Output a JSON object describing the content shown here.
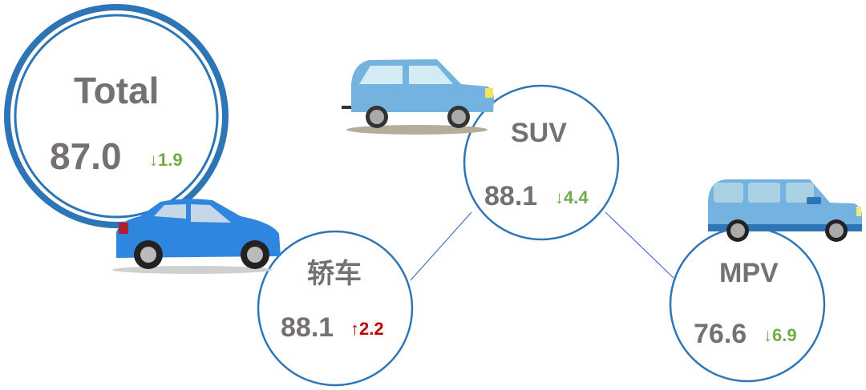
{
  "colors": {
    "ring": "#2e75b6",
    "text": "#767171",
    "down": "#70ad47",
    "up": "#c00000"
  },
  "total": {
    "label": "Total",
    "value": "87.0",
    "change": "↓1.9",
    "direction": "down"
  },
  "segments": [
    {
      "label": "轿车",
      "value": "88.1",
      "change": "↑2.2",
      "direction": "up",
      "icon": "sedan-car-icon"
    },
    {
      "label": "SUV",
      "value": "88.1",
      "change": "↓4.4",
      "direction": "down",
      "icon": "suv-car-icon"
    },
    {
      "label": "MPV",
      "value": "76.6",
      "change": "↓6.9",
      "direction": "down",
      "icon": "mpv-car-icon"
    }
  ]
}
